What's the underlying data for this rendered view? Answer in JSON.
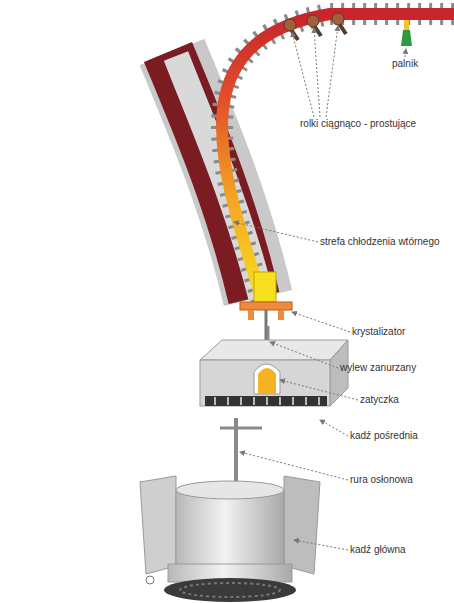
{
  "diagram": {
    "labels": [
      "palnik",
      "rolki ciągnąco - prostujące",
      "strefa chłodzenia wtórnego",
      "krystalizator",
      "wylew zanurzany",
      "zatyczka",
      "kadź pośrednia",
      "rura osłonowa",
      "kadź główna"
    ]
  }
}
